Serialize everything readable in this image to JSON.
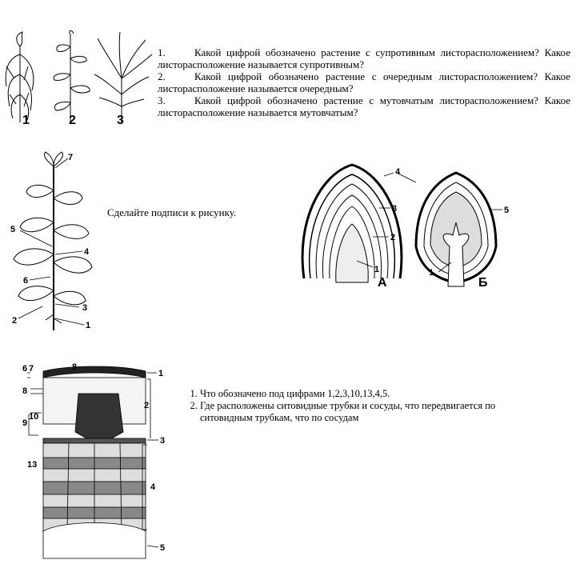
{
  "section1": {
    "plant_labels": [
      "1",
      "2",
      "3"
    ],
    "questions": [
      {
        "num": "1.",
        "text": "Какой цифрой обозначено растение с супротивным листорасположением? Какое листорасположение называется супротивным?"
      },
      {
        "num": "2.",
        "text": "Какой цифрой обозначено растение с очередным листорасположением? Какое листорасположение называется очередным?"
      },
      {
        "num": "3.",
        "text": "Какой цифрой обозначено растение с мутовчатым листорасположением? Какое листорасположение называется мутовчатым?"
      }
    ]
  },
  "section2": {
    "instruction": "Сделайте подписи к рисунку.",
    "plant_labels": [
      "7",
      "5",
      "4",
      "6",
      "3",
      "2",
      "1"
    ],
    "bud_labels": [
      "4",
      "3",
      "2",
      "1",
      "5",
      "1"
    ],
    "bud_letters": [
      "А",
      "Б"
    ]
  },
  "section3": {
    "stem_labels": {
      "n6": "6",
      "n7": "7",
      "n8": "8",
      "n1": "1",
      "n8b": "8",
      "n2": "2",
      "n10": "10",
      "n9": "9",
      "n3": "3",
      "n13": "13",
      "n4": "4",
      "n5": "5"
    },
    "tasks": [
      "Что обозначено под цифрами 1,2,3,10,13,4,5.",
      "Где расположены ситовидные трубки и сосуды, что передвигается по ситовидным трубкам, что по сосудам"
    ]
  }
}
